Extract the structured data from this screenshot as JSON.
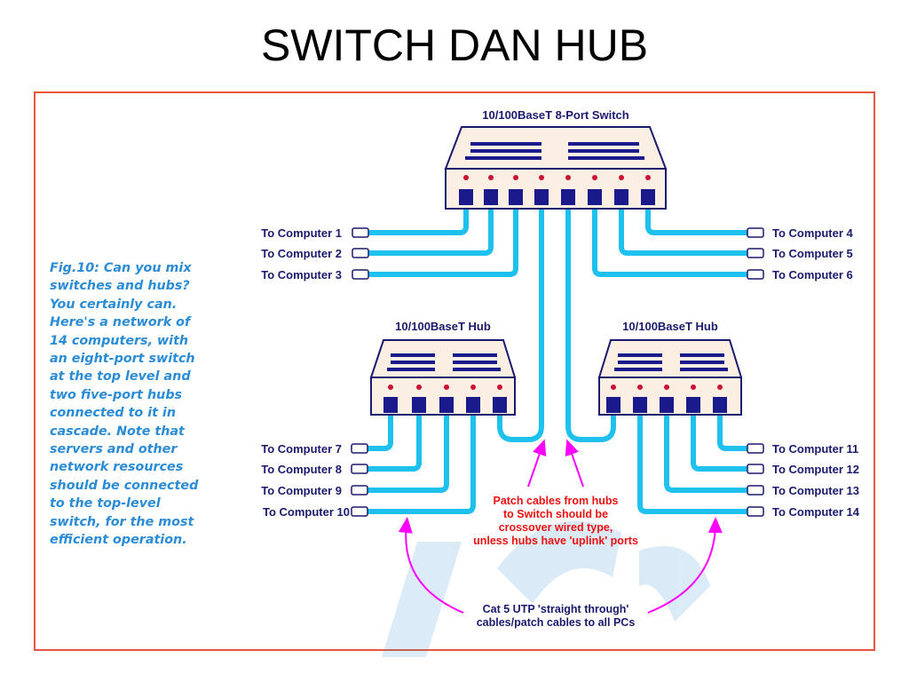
{
  "title": "SWITCH DAN HUB",
  "caption": [
    "Fig.10: Can you mix",
    "switches and hubs?",
    "You certainly can.",
    "Here's a network of",
    "14 computers, with",
    "an eight-port switch",
    "at the top level and",
    "two five-port hubs",
    "connected to it in",
    "cascade. Note that",
    "servers and other",
    "network resources",
    "should be connected",
    "to the top-level",
    "switch, for the most",
    "efficient operation."
  ],
  "devices": {
    "switch": "10/100BaseT 8-Port Switch",
    "hub_left": "10/100BaseT Hub",
    "hub_right": "10/100BaseT Hub"
  },
  "computers": {
    "c1": "To Computer 1",
    "c2": "To Computer 2",
    "c3": "To Computer 3",
    "c4": "To Computer 4",
    "c5": "To Computer 5",
    "c6": "To Computer 6",
    "c7": "To Computer 7",
    "c8": "To Computer 8",
    "c9": "To Computer 9",
    "c10": "To Computer 10",
    "c11": "To Computer 11",
    "c12": "To Computer 12",
    "c13": "To Computer 13",
    "c14": "To Computer 14"
  },
  "notes": {
    "patch": [
      "Patch cables from hubs",
      "to Switch should be",
      "crossover wired type,",
      "unless hubs have 'uplink' ports"
    ],
    "cat5": [
      "Cat 5 UTP 'straight through'",
      "cables/patch cables to all PCs"
    ]
  },
  "colors": {
    "frame": "#e8563f",
    "caption": "#2b8cd6",
    "cable": "#1ec0ee",
    "device_body": "#fbeee2",
    "device_stripe": "#1a1a8c",
    "port_dot": "#cc1133",
    "note_red": "#ee1111",
    "arrow": "#ff00ff"
  }
}
